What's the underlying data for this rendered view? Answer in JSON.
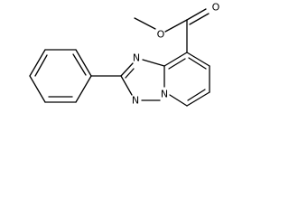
{
  "molecule": {
    "atoms": {
      "ester_oxygen": "O",
      "carbonyl_oxygen": "O",
      "triazole_n1": "N",
      "triazole_n2": "N",
      "bridgehead_n": "N"
    }
  }
}
